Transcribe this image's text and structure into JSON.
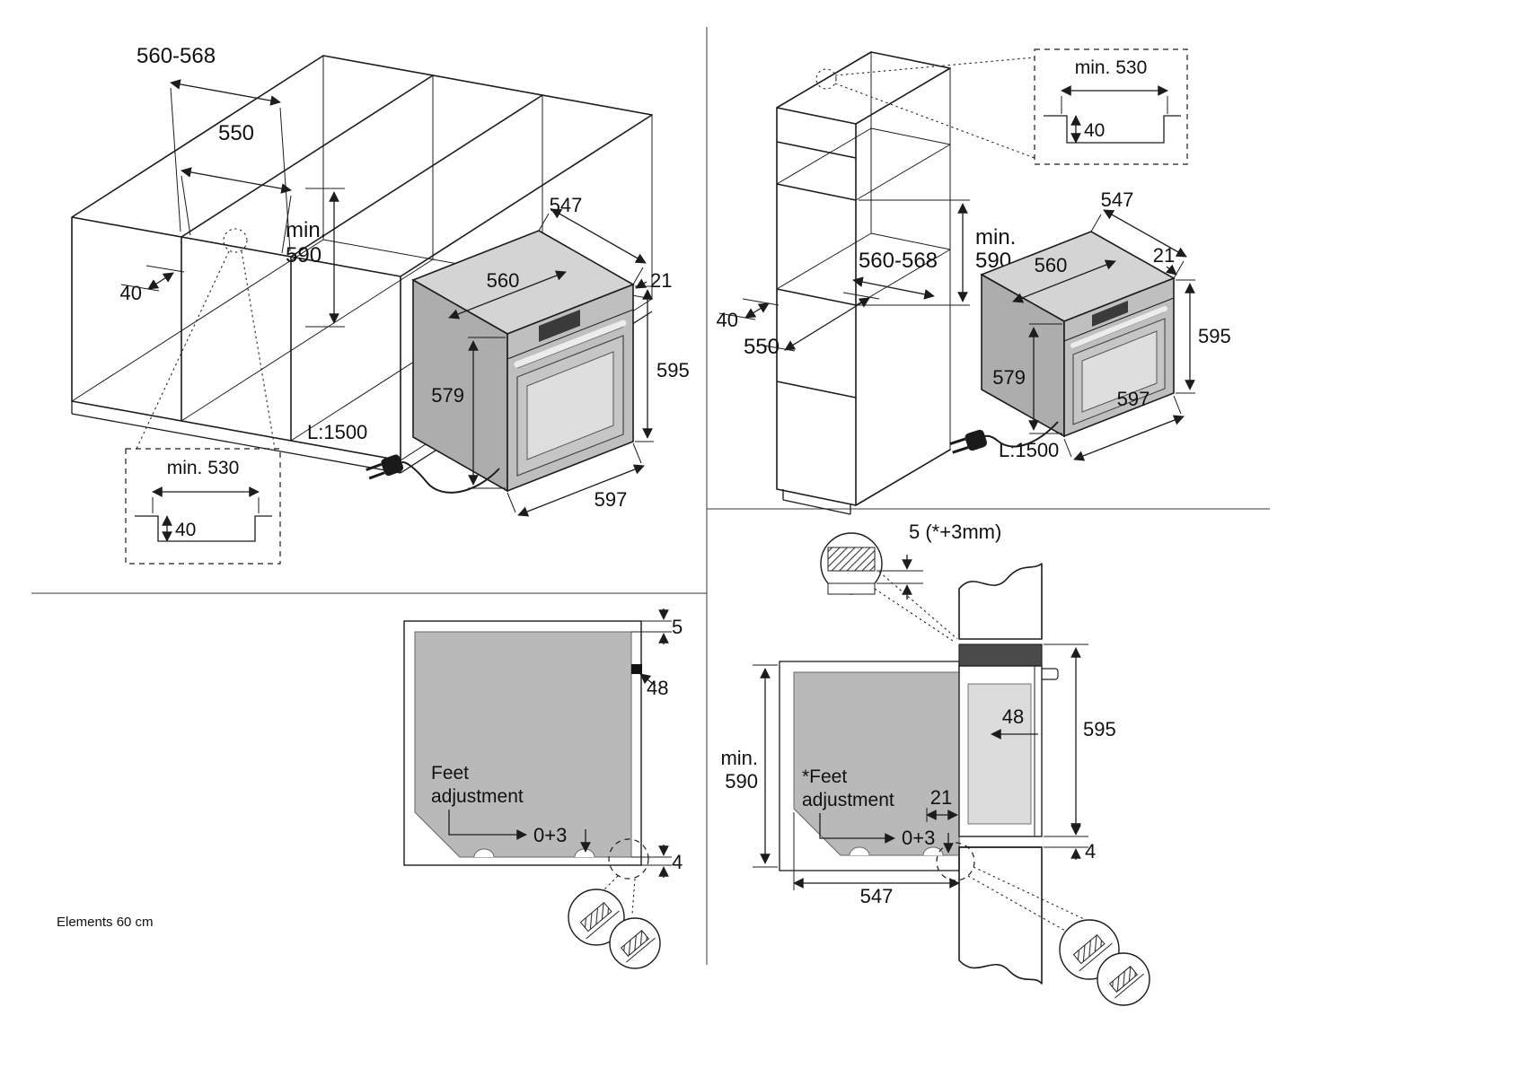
{
  "page": {
    "footer_note": "Elements 60 cm"
  },
  "colors": {
    "line": "#1c1c1c",
    "oven_gray": "#bfbfbf",
    "niche_gray": "#b9b9b9"
  },
  "top_left": {
    "cabinet_dims": {
      "width_range": "560-568",
      "inner_width": "550",
      "min_height_line1": "min.",
      "min_height_line2": "590",
      "front_rail": "40"
    },
    "inset": {
      "depth_min": "min. 530",
      "rail_height": "40"
    },
    "oven_dims": {
      "depth": "547",
      "fascia": "21",
      "width_top": "560",
      "body_height": "579",
      "total_height": "595",
      "front_width": "597",
      "cord": "L:1500"
    }
  },
  "top_right": {
    "cabinet_dims": {
      "min_height_line1": "min.",
      "min_height_line2": "590",
      "width_range": "560-568",
      "front_rail": "40",
      "depth": "550"
    },
    "inset": {
      "depth_min": "min. 530",
      "rail_height": "40"
    },
    "oven_dims": {
      "depth": "547",
      "fascia": "21",
      "width_top": "560",
      "body_height": "579",
      "total_height": "595",
      "front_width": "597",
      "cord": "L:1500"
    }
  },
  "bottom_left": {
    "top_gap": "5",
    "bracket": "48",
    "feet_line1": "Feet",
    "feet_line2": "adjustment",
    "adjust_range": "0+3",
    "bottom_gap": "4"
  },
  "bottom_right": {
    "top_gap": "5 (*+3mm)",
    "min_height_line1": "min.",
    "min_height_line2": "590",
    "feet_line1": "*Feet",
    "feet_line2": "adjustment",
    "adjust_range": "0+3",
    "door_depth": "48",
    "total_height": "595",
    "fascia": "21",
    "bottom_gap": "4",
    "body_depth": "547"
  }
}
